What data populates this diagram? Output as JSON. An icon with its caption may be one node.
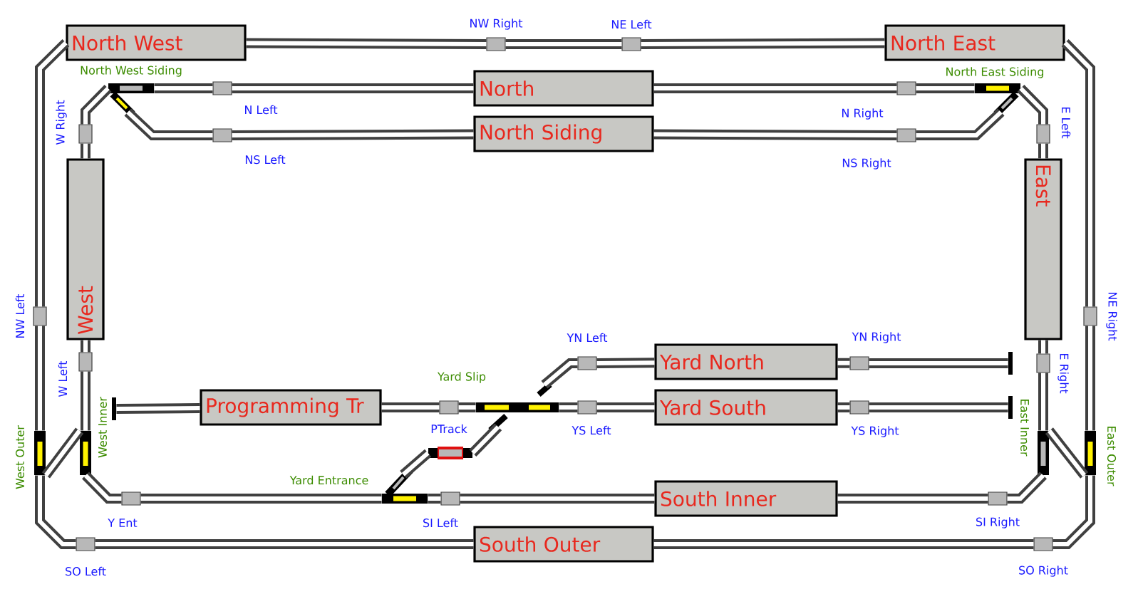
{
  "diagram": {
    "nodes": [
      {
        "text": [
          "North West"
        ]
      },
      {
        "text": [
          "North East"
        ]
      },
      {
        "text": [
          "North"
        ]
      },
      {
        "text": [
          "North Siding"
        ]
      },
      {
        "text": [
          "West"
        ]
      },
      {
        "text": [
          "East"
        ]
      },
      {
        "text": [
          "Programming Tr"
        ]
      },
      {
        "text": [
          "Yard North"
        ]
      },
      {
        "text": [
          "Yard South"
        ]
      },
      {
        "text": [
          "South Inner"
        ]
      },
      {
        "text": [
          "South Outer"
        ]
      },
      {
        "text": [],
        "shape": "box",
        "beside": [
          "NW Right"
        ]
      },
      {
        "text": [],
        "shape": "box",
        "beside": [
          "NE Left"
        ]
      },
      {
        "text": [],
        "shape": "box",
        "beside": [
          "N Left"
        ]
      },
      {
        "text": [],
        "shape": "box",
        "beside": [
          "NS Left"
        ]
      },
      {
        "text": [],
        "shape": "box",
        "beside": [
          "N Right"
        ]
      },
      {
        "text": [],
        "shape": "box",
        "beside": [
          "NS Right"
        ]
      },
      {
        "text": [],
        "shape": "box",
        "beside": [
          "W Right"
        ]
      },
      {
        "text": [],
        "shape": "box",
        "beside": [
          "E Left"
        ]
      },
      {
        "text": [],
        "shape": "box",
        "beside": [
          "NW Left"
        ]
      },
      {
        "text": [],
        "shape": "box",
        "beside": [
          "NE Right"
        ]
      },
      {
        "text": [],
        "shape": "box",
        "beside": [
          "W Left"
        ]
      },
      {
        "text": [],
        "shape": "box",
        "beside": [
          "E Right"
        ]
      },
      {
        "text": [],
        "shape": "box",
        "beside": [
          "YN Left"
        ]
      },
      {
        "text": [],
        "shape": "box",
        "beside": [
          "YN Right"
        ]
      },
      {
        "text": [],
        "shape": "box",
        "beside": [
          "PTrack"
        ]
      },
      {
        "text": [],
        "shape": "box",
        "beside": [
          "YS Left"
        ]
      },
      {
        "text": [],
        "shape": "box",
        "beside": [
          "YS Right"
        ]
      },
      {
        "text": [],
        "shape": "box",
        "beside": [
          "Y Ent"
        ]
      },
      {
        "text": [],
        "shape": "box",
        "beside": [
          "SI Left"
        ]
      },
      {
        "text": [],
        "shape": "box",
        "beside": [
          "SI Right"
        ]
      },
      {
        "text": [],
        "shape": "box",
        "beside": [
          "SO Left"
        ]
      },
      {
        "text": [],
        "shape": "box",
        "beside": [
          "SO Right"
        ]
      },
      {
        "text": [],
        "shape": "bar",
        "beside": [
          "North West Siding"
        ]
      },
      {
        "text": [],
        "shape": "bar",
        "beside": [
          "North East Siding"
        ]
      },
      {
        "text": [],
        "shape": "bar",
        "beside": [
          "West Outer"
        ]
      },
      {
        "text": [],
        "shape": "bar",
        "beside": [
          "West Inner"
        ]
      },
      {
        "text": [],
        "shape": "bar",
        "beside": [
          "Yard Slip"
        ]
      },
      {
        "text": [],
        "shape": "bar",
        "beside": [
          "Yard Entrance"
        ]
      },
      {
        "text": [],
        "shape": "bar",
        "beside": [
          "East Inner"
        ]
      },
      {
        "text": [],
        "shape": "bar",
        "beside": [
          "East Outer"
        ]
      },
      {
        "text": [],
        "shape": "bar"
      },
      {
        "text": [],
        "shape": "bar"
      },
      {
        "text": [],
        "shape": "bar"
      },
      {
        "text": [],
        "shape": "bar"
      }
    ],
    "edges": [
      {
        "from": 0,
        "to": 11,
        "arrow": "none"
      },
      {
        "from": 11,
        "to": 12,
        "arrow": "none"
      },
      {
        "from": 12,
        "to": 1,
        "arrow": "none"
      },
      {
        "from": 0,
        "to": 19,
        "arrow": "none"
      },
      {
        "from": 19,
        "to": 35,
        "arrow": "none"
      },
      {
        "from": 35,
        "to": 31,
        "arrow": "none"
      },
      {
        "from": 31,
        "to": 10,
        "arrow": "none"
      },
      {
        "from": 10,
        "to": 32,
        "arrow": "none"
      },
      {
        "from": 32,
        "to": 40,
        "arrow": "none"
      },
      {
        "from": 40,
        "to": 20,
        "arrow": "none"
      },
      {
        "from": 20,
        "to": 1,
        "arrow": "none"
      },
      {
        "from": 33,
        "to": 13,
        "arrow": "none"
      },
      {
        "from": 13,
        "to": 2,
        "arrow": "none"
      },
      {
        "from": 2,
        "to": 15,
        "arrow": "none"
      },
      {
        "from": 15,
        "to": 34,
        "arrow": "none"
      },
      {
        "from": 33,
        "to": 14,
        "arrow": "none"
      },
      {
        "from": 14,
        "to": 3,
        "arrow": "none"
      },
      {
        "from": 3,
        "to": 16,
        "arrow": "none"
      },
      {
        "from": 16,
        "to": 34,
        "arrow": "none"
      },
      {
        "from": 34,
        "to": 18,
        "arrow": "none"
      },
      {
        "from": 18,
        "to": 5,
        "arrow": "none"
      },
      {
        "from": 5,
        "to": 22,
        "arrow": "none"
      },
      {
        "from": 22,
        "to": 39,
        "arrow": "none"
      },
      {
        "from": 39,
        "to": 30,
        "arrow": "none"
      },
      {
        "from": 30,
        "to": 9,
        "arrow": "none"
      },
      {
        "from": 9,
        "to": 29,
        "arrow": "none"
      },
      {
        "from": 29,
        "to": 38,
        "arrow": "none"
      },
      {
        "from": 38,
        "to": 28,
        "arrow": "none"
      },
      {
        "from": 28,
        "to": 36,
        "arrow": "none"
      },
      {
        "from": 36,
        "to": 21,
        "arrow": "none"
      },
      {
        "from": 21,
        "to": 4,
        "arrow": "none"
      },
      {
        "from": 4,
        "to": 17,
        "arrow": "none"
      },
      {
        "from": 17,
        "to": 33,
        "arrow": "none"
      },
      {
        "from": 35,
        "to": 36,
        "arrow": "none"
      },
      {
        "from": 39,
        "to": 40,
        "arrow": "none"
      },
      {
        "from": 38,
        "to": 41,
        "arrow": "none"
      },
      {
        "from": 41,
        "to": 37,
        "arrow": "none"
      },
      {
        "from": 37,
        "to": 23,
        "arrow": "none"
      },
      {
        "from": 42,
        "to": 6,
        "arrow": "none"
      },
      {
        "from": 6,
        "to": 25,
        "arrow": "none"
      },
      {
        "from": 25,
        "to": 37,
        "arrow": "none"
      },
      {
        "from": 37,
        "to": 26,
        "arrow": "none"
      },
      {
        "from": 26,
        "to": 8,
        "arrow": "none"
      },
      {
        "from": 8,
        "to": 27,
        "arrow": "none"
      },
      {
        "from": 27,
        "to": 44,
        "arrow": "none"
      },
      {
        "from": 23,
        "to": 7,
        "arrow": "none"
      },
      {
        "from": 7,
        "to": 24,
        "arrow": "none"
      },
      {
        "from": 24,
        "to": 43,
        "arrow": "none"
      }
    ]
  }
}
